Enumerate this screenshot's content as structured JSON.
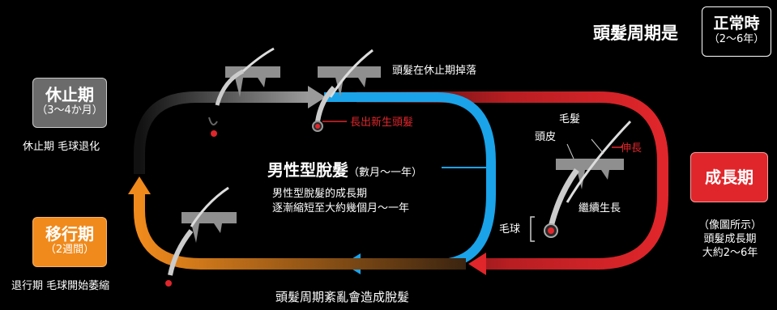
{
  "header": {
    "title": "頭髮周期是",
    "normal_box_title": "正常時",
    "normal_box_sub": "（2〜6年）"
  },
  "phases": {
    "resting": {
      "title": "休止期",
      "sub": "（3〜4か月）",
      "caption": "休止期 毛球退化",
      "color": "#6b6b6b"
    },
    "transition": {
      "title": "移行期",
      "sub": "（2週間）",
      "caption": "退行期 毛球開始萎縮",
      "color": "#e8821e"
    },
    "growth": {
      "title": "成長期",
      "sub_lines": [
        "（像圖所示）",
        "頭髮成長期",
        "大約2〜6年"
      ],
      "color": "#e0262b"
    }
  },
  "labels": {
    "falling": "頭髮在休止期掉落",
    "new_hair": "長出新生頭髮",
    "hair_shaft": "毛髮",
    "skin": "頭皮",
    "extend": "伸長",
    "continue_growth": "繼續生長",
    "bulb": "毛球",
    "bottom": "頭髮周期紊亂會造成脫髮"
  },
  "center": {
    "title": "男性型脫髮",
    "title_sub": "（數月〜一年）",
    "desc_line1": "男性型脫髮的成長期",
    "desc_line2": "逐漸縮短至大約幾個月〜一年"
  },
  "colors": {
    "gray_arrow": "#8a8a8a",
    "blue_arrow": "#1aa3e8",
    "red_arrow": "#e0262b",
    "orange_arrow": "#f08a1c",
    "skin": "#8f8f8f"
  }
}
